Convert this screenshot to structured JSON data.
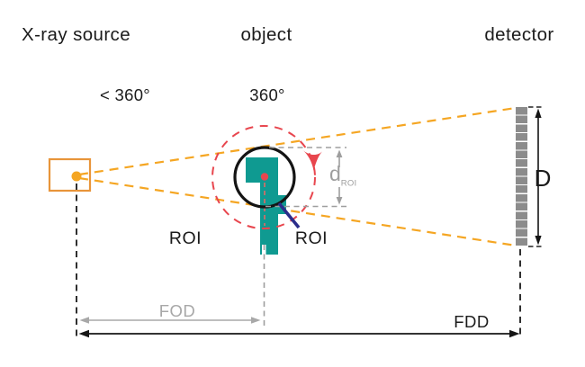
{
  "diagram_title": "X-ray CT region-of-interest scan geometry",
  "labels": {
    "source": "X-ray source",
    "object": "object",
    "detector": "detector",
    "source_rotation_angle": "< 360°",
    "object_rotation_angle": "360°",
    "roi_left": "ROI",
    "roi_right": "ROI",
    "d_roi_base": "d",
    "d_roi_sub": "ROI",
    "detector_height": "D",
    "fod": "FOD",
    "fdd": "FDD"
  },
  "colors": {
    "beam_orange": "#F5A623",
    "source_orange": "#E8953A",
    "object_teal": "#0F9A91",
    "rotation_red": "#E8464E",
    "roi_circle_black": "#141414",
    "pointer_navy": "#2B2D8A",
    "detector_gray": "#8C8C8C",
    "measure_gray": "#9E9E9E",
    "axis_dark": "#2F2F2F",
    "text_black": "#1B1B1B"
  }
}
